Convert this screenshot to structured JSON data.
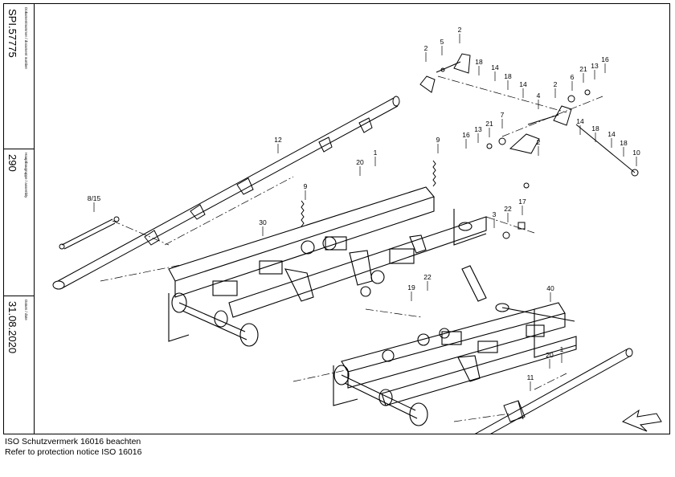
{
  "sidebar": {
    "document": {
      "label": "Dokumentnummer / document number",
      "value": "SPI.57775"
    },
    "assembly": {
      "label": "Hauptbaugruppe / assembly",
      "value": "290"
    },
    "date": {
      "label": "Datum / date",
      "value": "31.08.2020"
    }
  },
  "callouts": [
    "2",
    "5",
    "2",
    "18",
    "14",
    "18",
    "14",
    "2",
    "6",
    "21",
    "13",
    "16",
    "4",
    "9",
    "7",
    "21",
    "13",
    "16",
    "2",
    "14",
    "18",
    "14",
    "18",
    "10",
    "12",
    "1",
    "20",
    "8/15",
    "9",
    "30",
    "3",
    "22",
    "17",
    "19",
    "22",
    "40",
    "20",
    "1",
    "11"
  ],
  "footer": {
    "line1": "ISO Schutzvermerk 16016 beachten",
    "line2": "Refer to protection notice ISO 16016"
  }
}
